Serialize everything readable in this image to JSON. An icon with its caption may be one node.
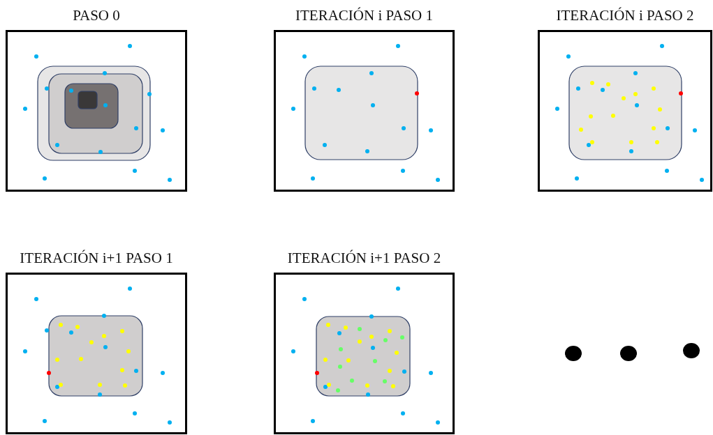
{
  "diagram": {
    "nodes": [
      {
        "text": [
          "PASO 0"
        ]
      },
      {
        "text": [
          "ITERACIÓN i PASO 1"
        ]
      },
      {
        "text": [
          "ITERACIÓN i PASO 2"
        ]
      },
      {
        "text": [
          "ITERACIÓN i+1 PASO 1"
        ]
      },
      {
        "text": [
          "ITERACIÓN i+1 PASO 2"
        ]
      }
    ]
  }
}
